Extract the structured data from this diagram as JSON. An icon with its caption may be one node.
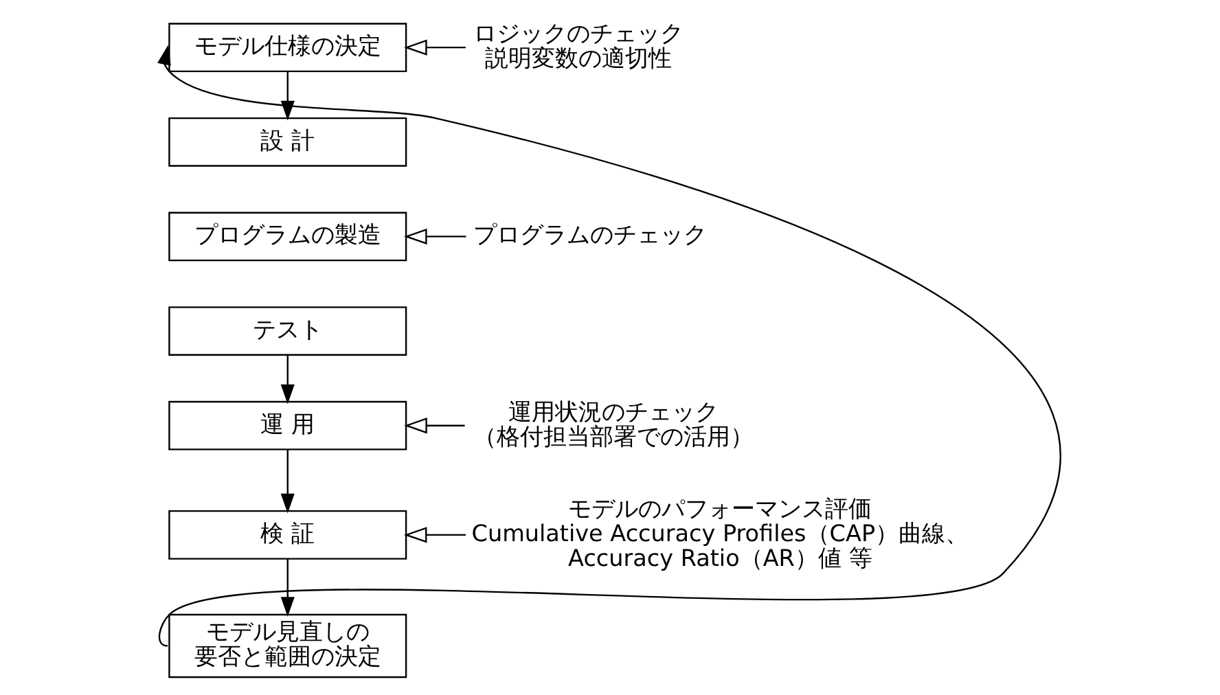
{
  "diagram": {
    "nodes": [
      {
        "text": [
          "モデル仕様の決定"
        ]
      },
      {
        "text": [
          "設 計"
        ]
      },
      {
        "text": [
          "プログラムの製造"
        ]
      },
      {
        "text": [
          "テスト"
        ]
      },
      {
        "text": [
          "運 用"
        ]
      },
      {
        "text": [
          "検 証"
        ]
      },
      {
        "text": [
          "モデル見直しの要否と範囲の決定"
        ]
      },
      {
        "text": [
          "ロジックのチェック",
          "説明変数の適切性"
        ]
      },
      {
        "text": [
          "プログラムのチェック"
        ]
      },
      {
        "text": [
          "運用状況のチェック（格付担当部署での活用）"
        ]
      },
      {
        "text": [
          "モデルのパフォーマンス評価",
          "Cumulative Accuracy Profiles（CAP）曲線、 Accuracy Ratio（AR）値 等"
        ]
      }
    ],
    "edges": [
      {
        "from": 6,
        "to": 0,
        "arrow": "to"
      },
      {
        "from": 0,
        "to": 1,
        "arrow": "to"
      },
      {
        "from": 3,
        "to": 4,
        "arrow": "to"
      },
      {
        "from": 4,
        "to": 5,
        "arrow": "to"
      },
      {
        "from": 5,
        "to": 6,
        "arrow": "to"
      },
      {
        "from": 7,
        "to": 0,
        "arrow": "to"
      },
      {
        "from": 8,
        "to": 2,
        "arrow": "to"
      },
      {
        "from": 9,
        "to": 4,
        "arrow": "to"
      },
      {
        "from": 10,
        "to": 5,
        "arrow": "to"
      }
    ]
  }
}
